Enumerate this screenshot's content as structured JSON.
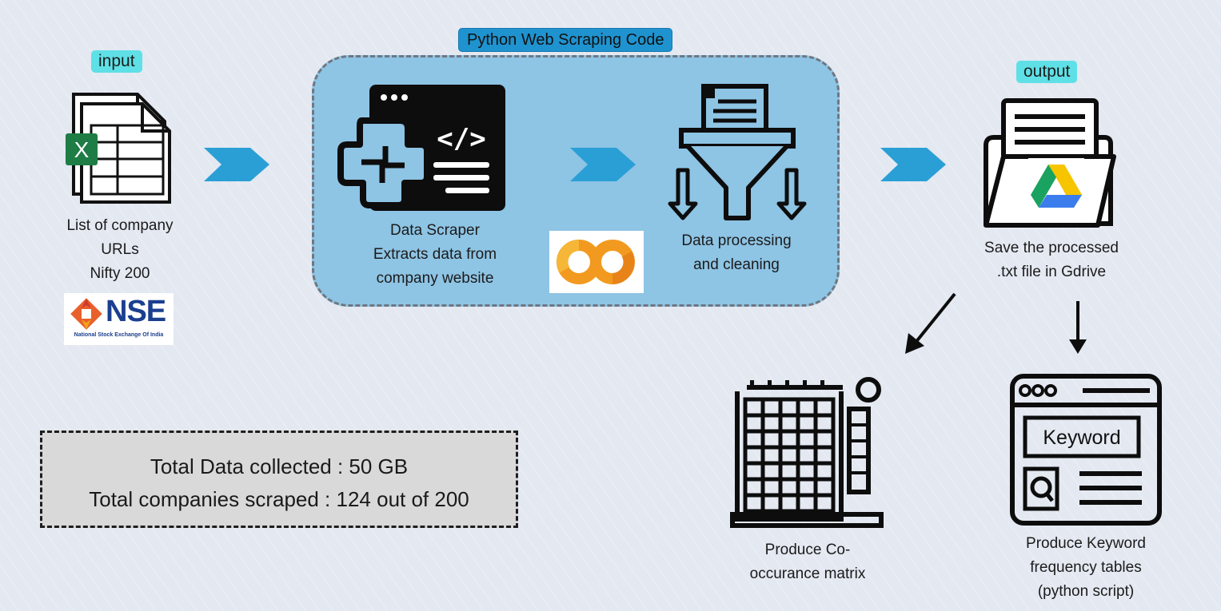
{
  "input_section": {
    "tag": "input",
    "caption": "List of company\nURLs\nNifty 200",
    "excel_icon_letter": "X",
    "nse_logo_text": "NSE",
    "nse_logo_subtext": "National Stock Exchange Of India"
  },
  "scraping_section": {
    "title": "Python Web Scraping Code",
    "scraper_caption": "Data Scraper\nExtracts data from\ncompany website",
    "colab_logo_text": "CO",
    "processing_caption": "Data processing\nand cleaning"
  },
  "output_section": {
    "tag": "output",
    "caption": "Save the processed\n.txt file in Gdrive"
  },
  "results": {
    "cooccurrence_caption": "Produce Co-\noccurance matrix",
    "keyword_caption": "Produce Keyword\nfrequency tables\n(python script)",
    "keyword_label": "Keyword"
  },
  "stats": {
    "data_collected": "Total Data collected : 50 GB",
    "companies_scraped": "Total companies scraped : 124 out of 200"
  },
  "colors": {
    "arrow": "#2a9fd6",
    "box_fill": "#8ec4e4",
    "tag": "#5ee0e6",
    "title_tag": "#1f93d0",
    "excel_green": "#1e7c45",
    "nse_orange": "#e8612c",
    "nse_blue": "#1b3f8f",
    "colab_orange": "#f29a1f"
  }
}
